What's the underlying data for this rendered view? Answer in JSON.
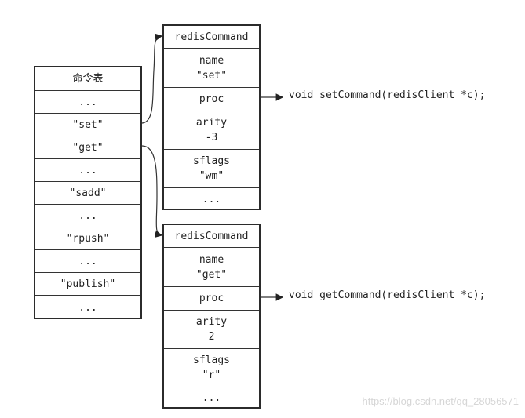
{
  "command_table": {
    "title": "命令表",
    "rows": [
      "...",
      "\"set\"",
      "\"get\"",
      "...",
      "\"sadd\"",
      "...",
      "\"rpush\"",
      "...",
      "\"publish\"",
      "..."
    ]
  },
  "set_struct": {
    "header": "redisCommand",
    "name_label": "name",
    "name_value": "\"set\"",
    "proc_label": "proc",
    "arity_label": "arity",
    "arity_value": "-3",
    "sflags_label": "sflags",
    "sflags_value": "\"wm\"",
    "more": "...",
    "proc_target": "void setCommand(redisClient *c);"
  },
  "get_struct": {
    "header": "redisCommand",
    "name_label": "name",
    "name_value": "\"get\"",
    "proc_label": "proc",
    "arity_label": "arity",
    "arity_value": "2",
    "sflags_label": "sflags",
    "sflags_value": "\"r\"",
    "more": "...",
    "proc_target": "void getCommand(redisClient *c);"
  },
  "watermark": "https://blog.csdn.net/qq_28056571"
}
